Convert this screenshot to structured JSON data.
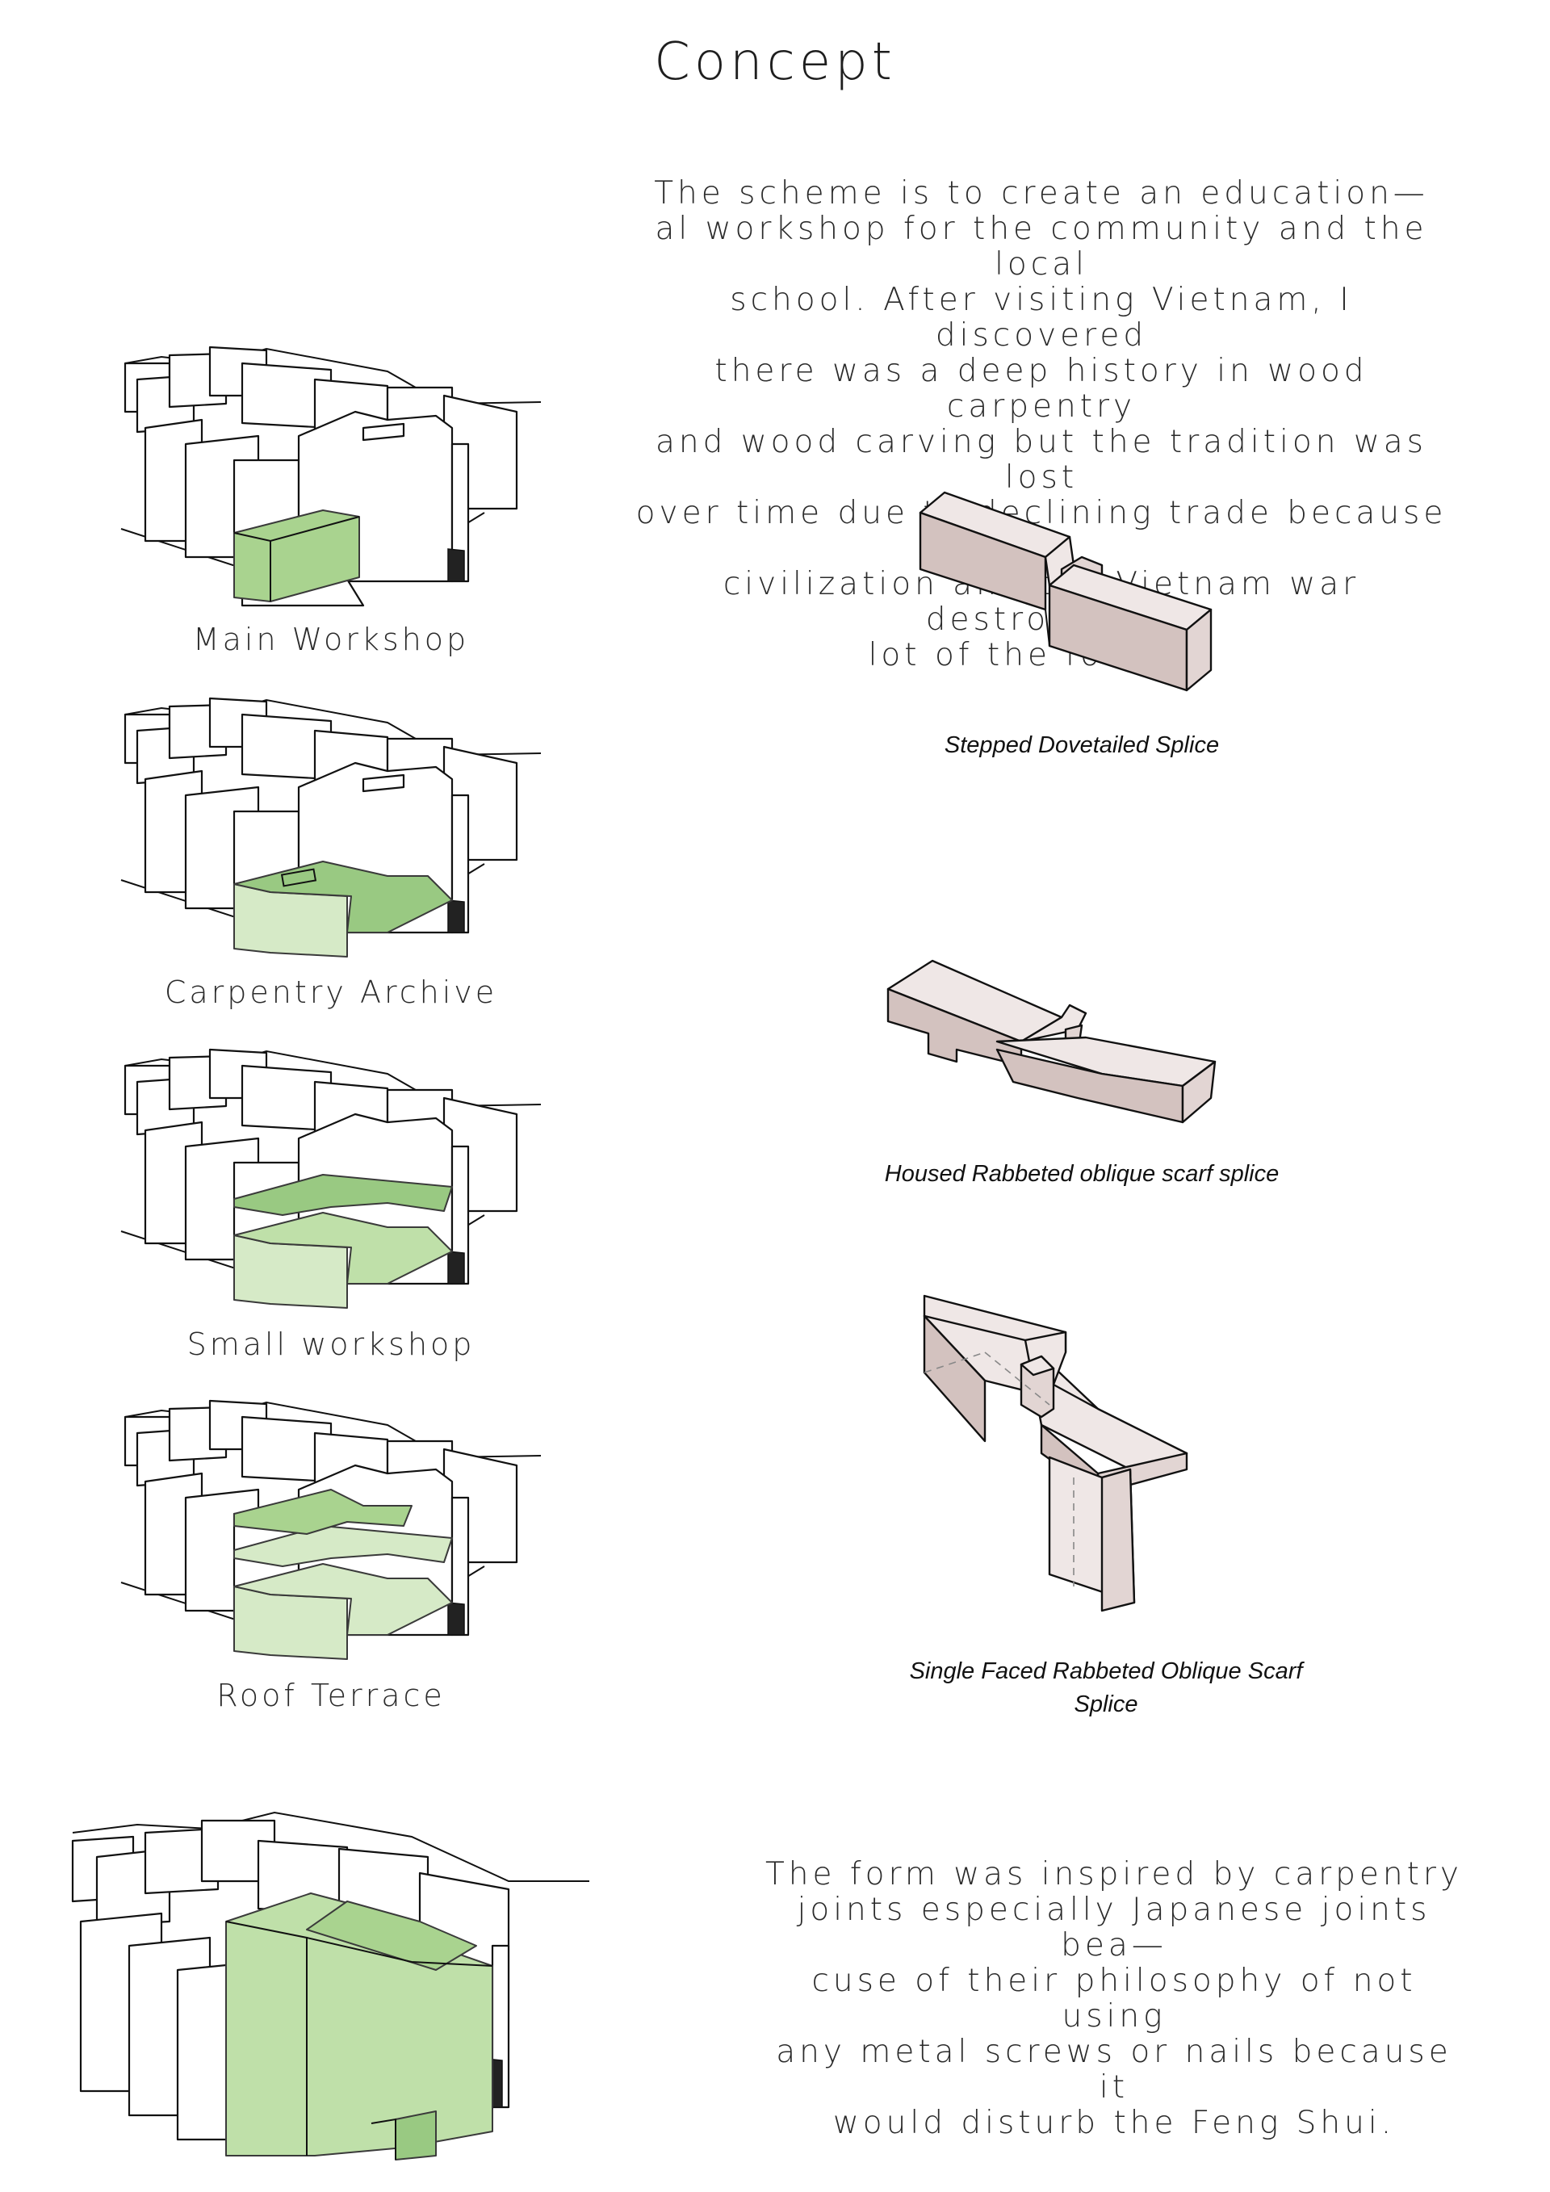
{
  "page": {
    "title": "Concept",
    "intro_lines": [
      "The scheme is to create an education—",
      "al workshop for the community and the local",
      "school. After visiting Vietnam, I discovered",
      "there was a deep history in wood carpentry",
      "and wood carving but the tradition was lost",
      "over time due to declining trade because of",
      "civilization and the Vietnam war destroyed a",
      "lot of the forests."
    ],
    "form_lines": [
      "The form was inspired by carpentry",
      "joints especially Japanese joints bea—",
      "cuse of their philosophy of not using",
      "any metal screws or nails because it",
      "would disturb the Feng Shui."
    ]
  },
  "stages": [
    {
      "label": "Main Workshop"
    },
    {
      "label": "Carpentry Archive"
    },
    {
      "label": "Small workshop"
    },
    {
      "label": "Roof Terrace"
    }
  ],
  "joints": [
    {
      "caption": "Stepped Dovetailed Splice"
    },
    {
      "caption": "Housed Rabbeted oblique scarf splice"
    },
    {
      "caption_lines": [
        "Single Faced Rabbeted Oblique Scarf",
        "Splice"
      ]
    }
  ],
  "colors": {
    "green": "#a9d38f",
    "green_light": "#d6eac7",
    "wood": "#efe7e6"
  }
}
